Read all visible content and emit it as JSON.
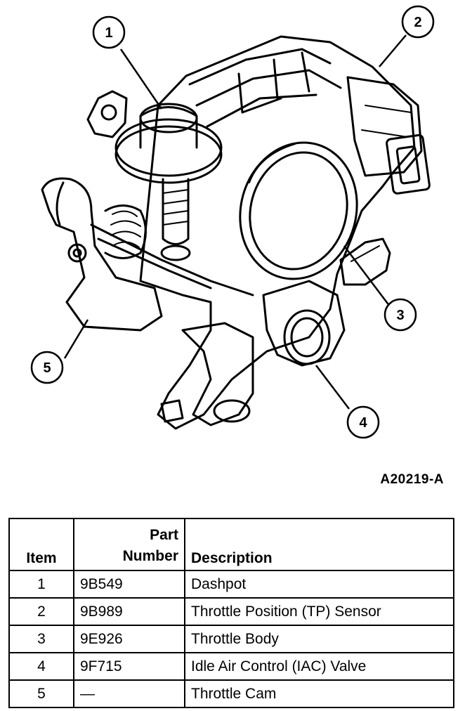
{
  "figure_id": "A20219-A",
  "callouts": [
    "1",
    "2",
    "3",
    "4",
    "5"
  ],
  "table": {
    "headers": {
      "item": "Item",
      "part_line1": "Part",
      "part_line2": "Number",
      "description": "Description"
    },
    "rows": [
      {
        "item": "1",
        "part": "9B549",
        "description": "Dashpot"
      },
      {
        "item": "2",
        "part": "9B989",
        "description": "Throttle Position (TP) Sensor"
      },
      {
        "item": "3",
        "part": "9E926",
        "description": "Throttle Body"
      },
      {
        "item": "4",
        "part": "9F715",
        "description": "Idle Air Control (IAC) Valve"
      },
      {
        "item": "5",
        "part": "—",
        "description": "Throttle Cam"
      }
    ]
  }
}
